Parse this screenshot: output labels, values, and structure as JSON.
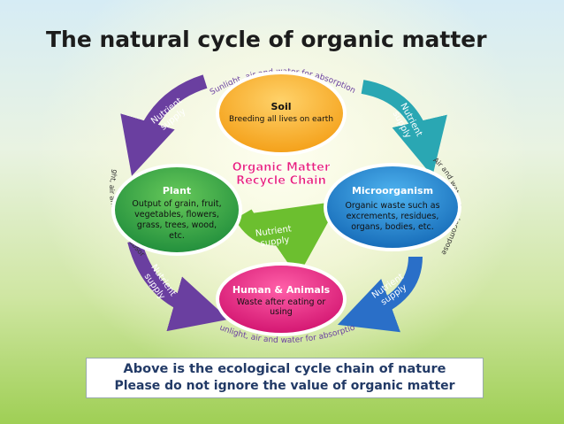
{
  "title": "The natural cycle of organic matter",
  "center": {
    "line1": "Organic Matter",
    "line2": "Recycle Chain"
  },
  "nodes": {
    "soil": {
      "title": "Soil",
      "lines": [
        "Breeding all lives on earth"
      ]
    },
    "plant": {
      "title": "Plant",
      "lines": [
        "Output of grain, fruit,",
        "vegetables, flowers,",
        "grass, trees, wood,",
        "etc."
      ]
    },
    "microorganism": {
      "title": "Microorganism",
      "lines": [
        "Organic waste such as",
        "excrements, residues,",
        "organs, bodies, etc."
      ]
    },
    "human": {
      "title": "Human & Animals",
      "lines": [
        "Waste after eating or",
        "using"
      ]
    }
  },
  "arrow_labels": {
    "nutrient_supply": "Nutrient supply",
    "nutrient": "Nutrient",
    "supply": "supply",
    "top": "Sunlight, air and water for absorption",
    "left": "Sunlight, air and water for absorption",
    "bottom": "Sunlight, air and water for absorption",
    "right": "Air and water for decompose"
  },
  "caption": {
    "line1": "Above is the ecological cycle chain of nature",
    "line2": "Please do not ignore the value of organic matter"
  },
  "colors": {
    "soil": "#f7a51c",
    "plant": "#27a348",
    "microorganism": "#1a7fcf",
    "human": "#e5197e",
    "arrow_purple": "#6a3fa0",
    "arrow_teal": "#2aa7b3",
    "arrow_blue": "#2a6fc8",
    "arrow_green": "#7fc242",
    "center_text": "#e8207a"
  }
}
